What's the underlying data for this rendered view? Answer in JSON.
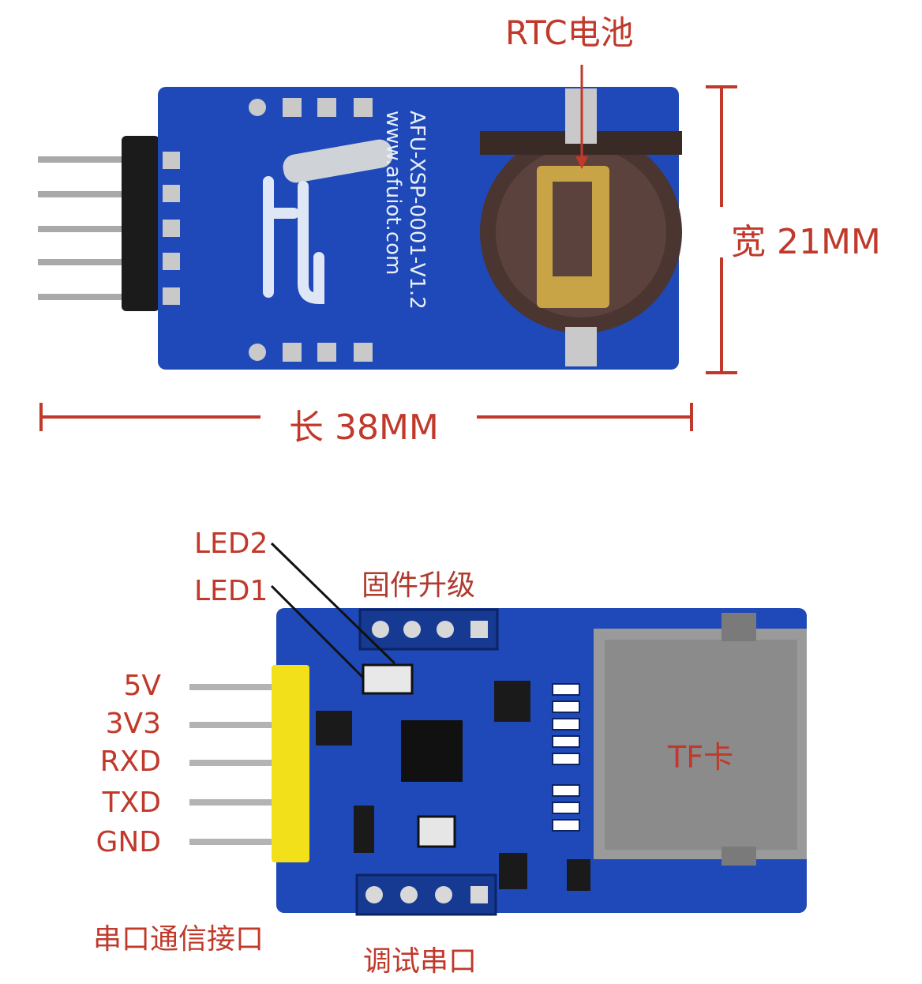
{
  "labels": {
    "rtc_battery": "RTC电池",
    "width": "宽 21MM",
    "length": "长 38MM",
    "led2": "LED2",
    "led1": "LED1",
    "firmware_upgrade": "固件升级",
    "pins": [
      "5V",
      "3V3",
      "RXD",
      "TXD",
      "GND"
    ],
    "tf_card": "TF卡",
    "serial_interface": "串口通信接口",
    "debug_serial": "调试串口"
  },
  "colors": {
    "label": "#c0392b",
    "pcb_blue": "#1f49b8",
    "gold": "#c8a446",
    "header_yellow": "#f2e11a"
  }
}
